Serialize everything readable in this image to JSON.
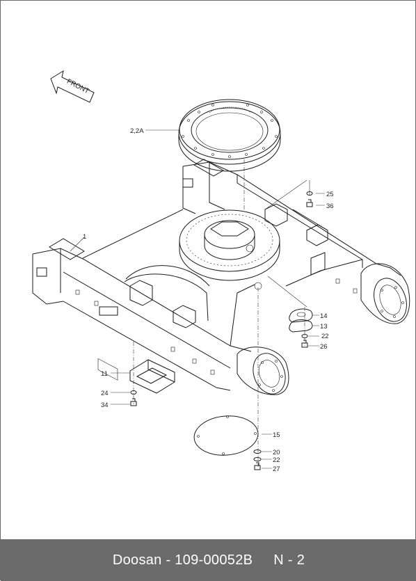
{
  "direction_label": "FRONT",
  "part_labels": {
    "p1": "1",
    "p2_2a": "2,2A",
    "p11": "11",
    "p13": "13",
    "p14": "14",
    "p15": "15",
    "p20": "20",
    "p22a": "22",
    "p22b": "22",
    "p24": "24",
    "p25": "25",
    "p26": "26",
    "p27": "27",
    "p34": "34",
    "p36": "36"
  },
  "footer": {
    "title": "Doosan - 109-00052B",
    "sheet": "N - 2"
  }
}
